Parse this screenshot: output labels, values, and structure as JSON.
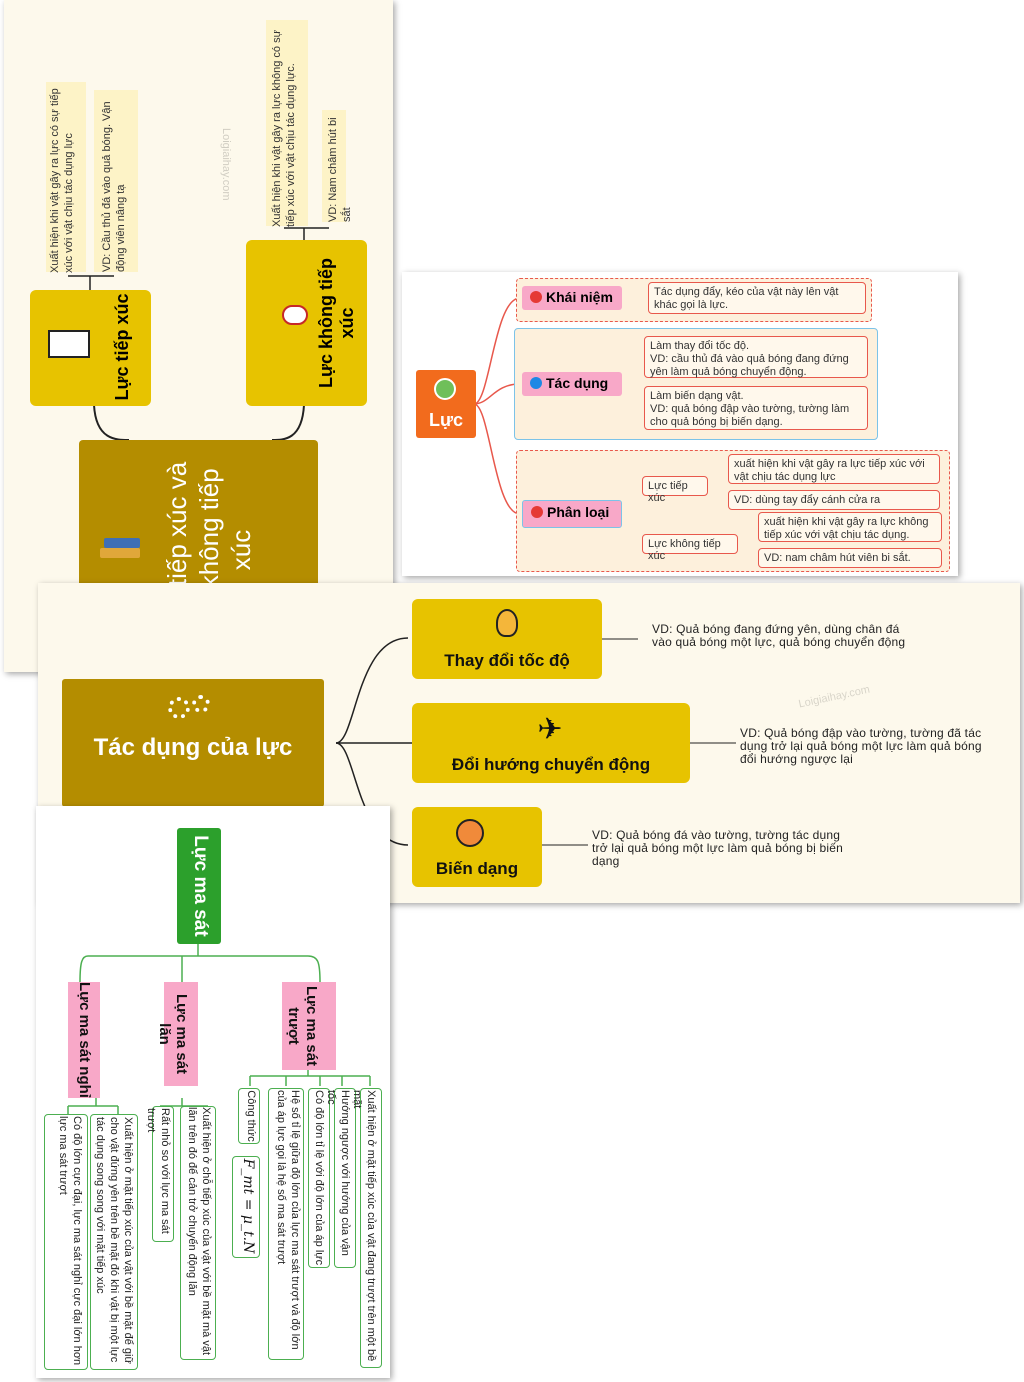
{
  "map1": {
    "root": "Lực tiếp xúc và lực không tiếp xúc",
    "contact": {
      "label": "Lực tiếp xúc",
      "note1": "Xuất hiện khi vật gây ra lực có sự tiếp xúc với vật chịu tác dụng lực",
      "note2": "VD: Cầu thủ đá vào quả bóng. Vận động viên nâng tạ"
    },
    "noncontact": {
      "label": "Lực không tiếp xúc",
      "note1": "Xuất hiện khi vật gây ra lực không có sự tiếp xúc với vật chịu tác dụng lực.",
      "note2": "VD: Nam châm hút bi sắt"
    },
    "watermark": "Loigiaihay.com"
  },
  "map2": {
    "root": "Lực",
    "khai_niem": {
      "label": "Khái niệm",
      "text": "Tác dụng đẩy, kéo của vật này lên vật khác gọi là lực."
    },
    "tac_dung": {
      "label": "Tác dụng",
      "text1": "Làm thay đổi tốc độ.\nVD: cầu thủ đá vào quả bóng đang đứng yên làm quả bóng chuyển động.",
      "text2": "Làm biến dạng vật.\nVD: quả bóng đập vào tường, tường làm cho quả bóng bị biến dạng."
    },
    "phan_loai": {
      "label": "Phân loại",
      "contact": "Lực tiếp xúc",
      "contact_n1": "xuất hiện khi vật gây ra lực tiếp xúc với vật chịu tác dụng lực",
      "contact_n2": "VD: dùng tay đẩy cánh cửa ra",
      "noncontact": "Lực không tiếp xúc",
      "noncontact_n1": "xuất hiện khi vật gây ra lực không tiếp xúc với vật chịu tác dụng.",
      "noncontact_n2": "VD: nam châm hút viên bi sắt."
    }
  },
  "map3": {
    "root": "Tác dụng của lực",
    "b1": {
      "label": "Thay đổi tốc độ",
      "vd": "VD: Quả bóng đang đứng yên, dùng chân đá vào quả bóng một lực, quả bóng chuyển động"
    },
    "b2": {
      "label": "Đổi hướng chuyển động",
      "vd": "VD: Quả bóng đập vào tường, tường đã tác dụng trở lại quả bóng một lực làm quả bóng đổi hướng ngược lại"
    },
    "b3": {
      "label": "Biến dạng",
      "vd": "VD: Quả bóng đá vào tường, tường tác dụng trở lại quả bóng một lực làm quả bóng bị biến dạng"
    },
    "watermark": "Loigiaihay.com"
  },
  "map4": {
    "root": "Lực ma sát",
    "nghi": {
      "label": "Lực ma sát nghỉ",
      "n1": "Có độ lớn cực đại, lực ma sát nghỉ cực đại lớn hơn lực ma sát trượt",
      "n2": "Xuất hiện ở mặt tiếp xúc của vật với bề mặt để giữ cho vật đứng yên trên bề mặt đó khi vật bị một lực tác dụng song song với mặt tiếp xúc"
    },
    "lan": {
      "label": "Lực ma sát lăn",
      "n1": "Rất nhỏ so với lực ma sát trượt",
      "n2": "Xuất hiện ở chỗ tiếp xúc của vật với bề mặt mà vật lăn trên đó để cản trở chuyển động lăn"
    },
    "truot": {
      "label": "Lực ma sát trượt",
      "formula_label": "Công thức",
      "formula": "F_mt = μ_t.N",
      "n1": "Hệ số tỉ lệ giữa độ lớn của lực ma sát trượt và độ lớn của áp lực gọi là hệ số ma sát trượt",
      "n2": "Có độ lớn tỉ lệ với độ lớn của áp lực",
      "n3": "Hướng ngược với hướng của vận tốc",
      "n4": "Xuất hiện ở mặt tiếp xúc của vật đang trượt trên một bề mặt"
    }
  },
  "colors": {
    "yellow": "#e7c300",
    "olive": "#b48d00",
    "orange": "#f26b1d",
    "pink": "#f8a8c8",
    "green": "#2ca02c",
    "cream": "#fdf9ec"
  }
}
